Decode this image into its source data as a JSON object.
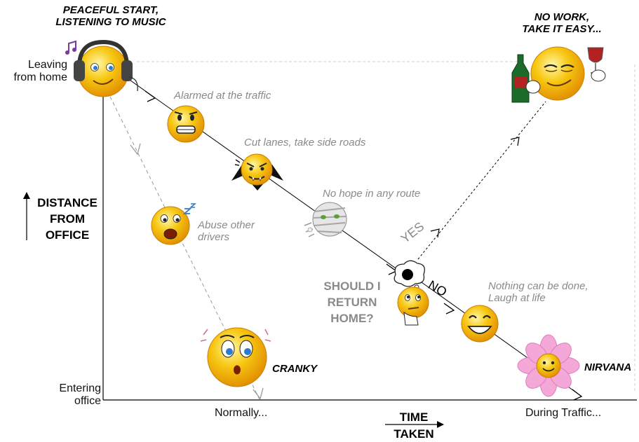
{
  "diagram": {
    "top_left_caption": [
      "PEACEFUL START,",
      "LISTENING TO MUSIC"
    ],
    "top_right_caption": [
      "NO WORK,",
      "TAKE IT EASY..."
    ],
    "y_axis": {
      "start_label": [
        "Leaving",
        "from home"
      ],
      "end_label": [
        "Entering",
        "office"
      ],
      "title": [
        "DISTANCE",
        "FROM",
        "OFFICE"
      ]
    },
    "x_axis": {
      "normal_label": "Normally...",
      "traffic_label": "During Traffic...",
      "title": [
        "TIME",
        "TAKEN"
      ]
    },
    "annotations": {
      "alarmed": "Alarmed at the traffic",
      "cut_lanes": "Cut lanes, take side roads",
      "no_hope": "No hope in any route",
      "abuse": [
        "Abuse other",
        "drivers"
      ],
      "nothing": [
        "Nothing can be done,",
        "Laugh at life"
      ]
    },
    "decision": {
      "question": [
        "SHOULD I",
        "RETURN",
        "HOME?"
      ],
      "yes": "YES",
      "no": "NO"
    },
    "outcomes": {
      "cranky": "CRANKY",
      "nirvana": "NIRVANA"
    }
  },
  "icons": [
    "music-smiley-icon",
    "alarmed-smiley-icon",
    "vampire-smiley-icon",
    "mummy-smiley-icon",
    "angry-smiley-icon",
    "shocked-smiley-icon",
    "thinking-smiley-icon",
    "thought-bubble-icon",
    "laughing-smiley-icon",
    "relaxed-smiley-icon",
    "flower-smiley-icon"
  ],
  "colors": {
    "smiley_fill": "#f7c712",
    "smiley_edge": "#d98a00",
    "annotation_gray": "#8a8a8a",
    "flower_pink": "#f4a8d8"
  }
}
